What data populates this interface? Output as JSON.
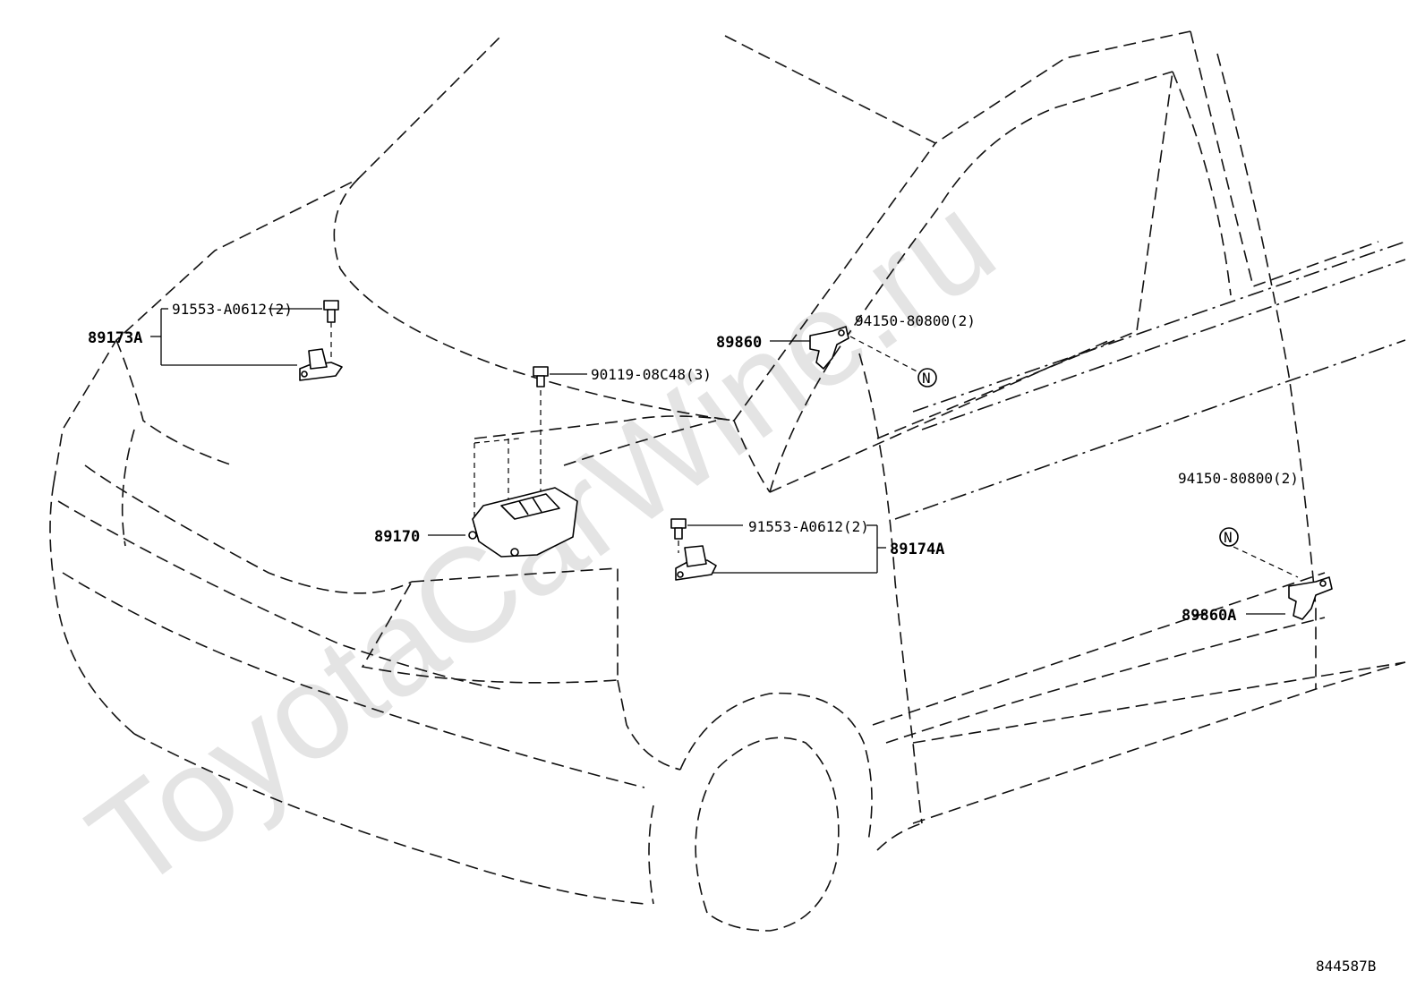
{
  "watermark": "ToyotaCarWine.ru",
  "diagram_ref": "844587B",
  "callouts": {
    "front_sensor_left": "89173A",
    "bolt_front_left": "91553-A0612(2)",
    "center_module": "89170",
    "bolt_center": "90119-08C48(3)",
    "front_sensor_right": "89174A",
    "bolt_front_right": "91553-A0612(2)",
    "side_sensor_front": "89860",
    "nut_front": "94150-80800(2)",
    "side_sensor_rear": "89860A",
    "nut_rear": "94150-80800(2)"
  }
}
